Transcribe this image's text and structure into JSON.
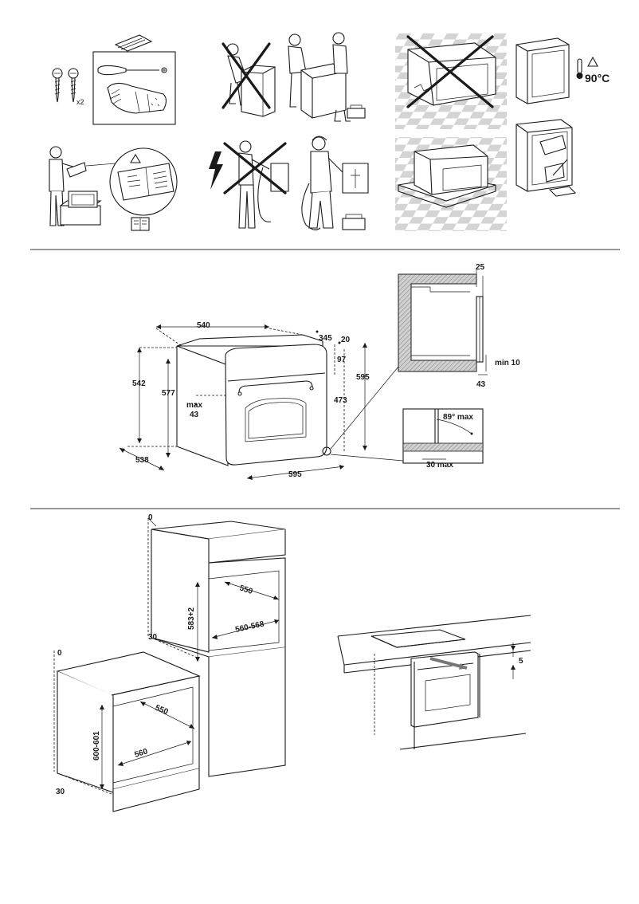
{
  "safety": {
    "screw_qty": "x2",
    "temp_label": "90°C"
  },
  "oven_dims": {
    "w_540": "540",
    "d_345": "345",
    "d_20": "20",
    "h_97": "97",
    "h_595_right": "595",
    "h_473": "473",
    "h_542": "542",
    "h_577": "577",
    "max_43_a": "max",
    "max_43_b": "43",
    "w_538": "538",
    "w_595_bottom": "595"
  },
  "detail_dims": {
    "d_25": "25",
    "min_10": "min 10",
    "d_43": "43",
    "angle": "89° max",
    "gap_30": "30 max"
  },
  "niche_dims": {
    "tall_0": "0",
    "tall_30": "30",
    "tall_583": "583+2",
    "tall_550": "550",
    "tall_560_568": "560-568",
    "low_0": "0",
    "low_30": "30",
    "low_600_601": "600-601",
    "low_550": "550",
    "low_560": "560",
    "worktop_5": "5"
  },
  "colors": {
    "line": "#1a1a1a",
    "panel_gray": "#e3e3e3",
    "hatch": "#9a9a9a"
  }
}
